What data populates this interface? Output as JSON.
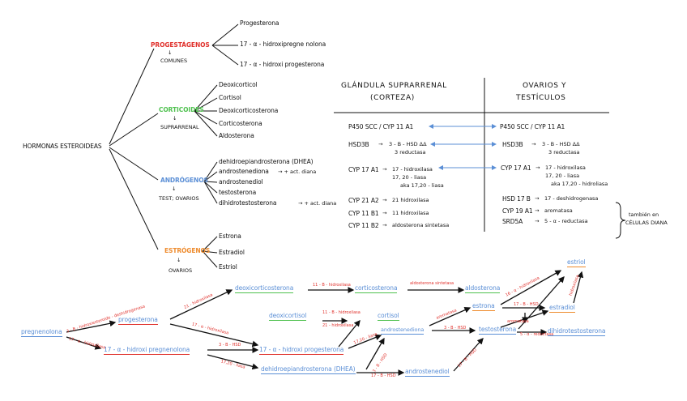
{
  "tree": {
    "root": "HORMONAS ESTEROIDEAS",
    "progestagenos": {
      "title": "PROGESTÁGENOS",
      "arrow": "↓",
      "sub": "COMUNES",
      "items": [
        "Progesterona",
        "17 - α - hidroxipregne nolona",
        "17 - α - hidroxi progesterona"
      ]
    },
    "corticoides": {
      "title": "CORTICOIDES",
      "arrow": "↓",
      "sub": "SUPRARRENAL",
      "items": [
        "Deoxicorticol",
        "Cortisol",
        "Deoxicorticosterona",
        "Corticosterona",
        "Aldosterona"
      ]
    },
    "androgenos": {
      "title": "ANDRÓGENOS",
      "arrow": "↓",
      "sub": "TEST; OVARIOS",
      "items": [
        "dehidroepiandrosterona (DHEA)",
        "androstenediona",
        "androstenediol",
        "testosterona",
        "dihidrotestosterona"
      ],
      "notes": [
        "→ + act. diana",
        "→ + act. diana"
      ]
    },
    "estrogenos": {
      "title": "ESTRÓGENOS",
      "arrow": "↓",
      "sub": "OVARIOS",
      "items": [
        "Estrona",
        "Estradiol",
        "Estriol"
      ]
    }
  },
  "table": {
    "col1_header_line1": "GLÁNDULA SUPRARRENAL",
    "col1_header_line2": "(CORTEZA)",
    "col2_header_line1": "OVARIOS Y",
    "col2_header_line2": "TESTÍCULOS",
    "left": [
      {
        "enzyme": "P450 SCC / CYP 11 A1",
        "arrow": "",
        "desc": []
      },
      {
        "enzyme": "HSD3B",
        "arrow": "→",
        "desc": [
          "3 - B - HSD ΔΔ",
          "3 reductasa"
        ]
      },
      {
        "enzyme": "CYP 17 A1",
        "arrow": "→",
        "desc": [
          "17 - hidroxilasa",
          "17, 20 - liasa",
          "aka 17,20 - liasa"
        ]
      },
      {
        "enzyme": "CYP 21 A2",
        "arrow": "→",
        "desc": [
          "21 hidroxilasa"
        ]
      },
      {
        "enzyme": "CYP 11 B1",
        "arrow": "→",
        "desc": [
          "11 hidroxilasa"
        ]
      },
      {
        "enzyme": "CYP 11 B2",
        "arrow": "→",
        "desc": [
          "aldosterona sintetasa"
        ]
      }
    ],
    "right": [
      {
        "enzyme": "P450 SCC / CYP 11 A1",
        "arrow": "",
        "desc": []
      },
      {
        "enzyme": "HSD3B",
        "arrow": "→",
        "desc": [
          "3 - B - HSD ΔΔ",
          "3 reductasa"
        ]
      },
      {
        "enzyme": "CYP 17 A1",
        "arrow": "→",
        "desc": [
          "17 - hidroxilasa",
          "17, 20 - liasa",
          "aka 17,20 - hidroliasa"
        ]
      },
      {
        "enzyme": "HSD 17 B",
        "arrow": "→",
        "desc": [
          "17 - deshidrogenasa"
        ]
      },
      {
        "enzyme": "CYP 19 A1",
        "arrow": "→",
        "desc": [
          "aromatasa"
        ]
      },
      {
        "enzyme": "SRD5A",
        "arrow": "→",
        "desc": [
          "5 - α - reductasa"
        ]
      }
    ],
    "brace_note_line1": "también en",
    "brace_note_line2": "CÉLULAS DIANA"
  },
  "pathway": {
    "nodes": {
      "pregnenolona": "pregnenolona",
      "progesterona": "progesterona",
      "hidroxipregnenolona": "17 - α - hidroxi pregnenolona",
      "deoxicorticosterona": "deoxicorticosterona",
      "deoxicortisol": "deoxicortisol",
      "hidroxiprogesterona": "17 - α - hidroxi progesterona",
      "dhea": "dehidroepiandrosterona (DHEA)",
      "corticosterona": "corticosterona",
      "cortisol": "cortisol",
      "androstenediona": "androstenediona",
      "androstenediol": "androstenediol",
      "aldosterona": "aldosterona",
      "estrona": "estrona",
      "testosterona": "testosterona",
      "estriol": "estriol",
      "estradiol": "estradiol",
      "dihidrotestosterona": "dihidrotestosterona"
    },
    "labels": {
      "l1": "3 - B - hidroxiesteroide - deshidrogenasa",
      "l2": "17 - α - hidroxilasa",
      "l3": "21 - hidroxilasa",
      "l4": "17 - α - hidroxilasa",
      "l5": "3 - B - HSD",
      "l6": "17,20 - liasa",
      "l7": "11 - B - hidroxilasa",
      "l8": "aldosterona sintetasa",
      "l9": "11 - B - hidroxilasa",
      "l10": "21 - hidroxilasa",
      "l11": "17,20 - liasa",
      "l12": "3 - B - HSD",
      "l13": "17 - B - HSD",
      "l14": "aromatasa",
      "l15": "3 - B - HSD",
      "l16": "17 - B - HSD",
      "l17": "aromatasa",
      "l18": "17 - B - HSD",
      "l19": "5 - α - reductasa",
      "l20": "16 - α - hidroxilasa",
      "l21": "hidroxilasa"
    }
  }
}
